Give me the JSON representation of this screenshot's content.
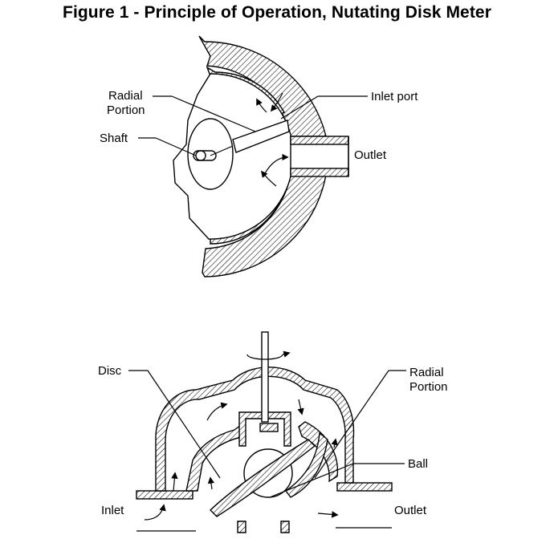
{
  "title": "Figure 1 - Principle of Operation, Nutating Disk Meter",
  "top_figure": {
    "labels": {
      "radial_portion": [
        "Radial",
        "Portion"
      ],
      "inlet_port": "Inlet port",
      "shaft": "Shaft",
      "outlet": "Outlet"
    }
  },
  "bottom_figure": {
    "labels": {
      "disc": "Disc",
      "radial_portion": [
        "Radial",
        "Portion"
      ],
      "ball": "Ball",
      "inlet": "Inlet",
      "outlet": "Outlet"
    }
  }
}
